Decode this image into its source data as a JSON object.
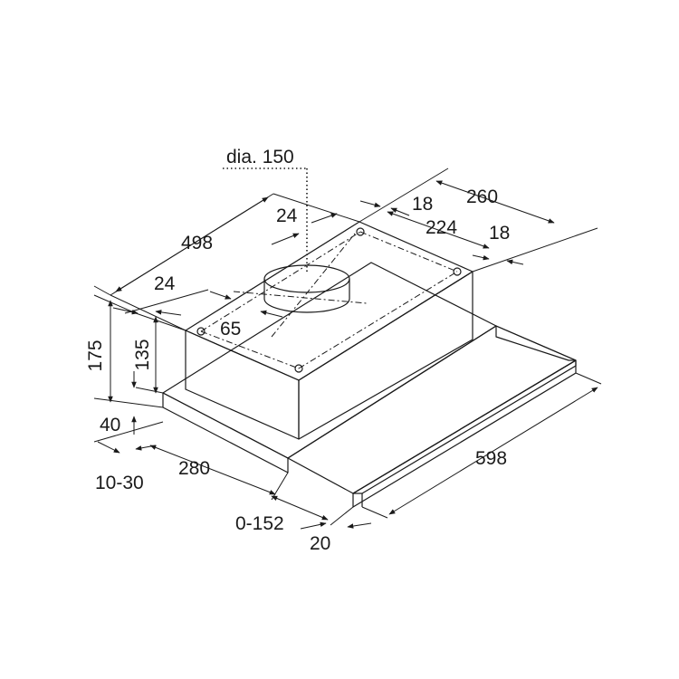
{
  "colors": {
    "background": "#ffffff",
    "body_fill": "#e4e4e4",
    "top_fill": "#ffffff",
    "line": "#1a1a1a"
  },
  "labels": {
    "duct_diameter": "dia. 150",
    "depth_total": "498",
    "top_offset_left": "24",
    "back_offset": "24",
    "side_18_top": "18",
    "width_260": "260",
    "width_224": "224",
    "side_18_right": "18",
    "duct_offset_65": "65",
    "height_175": "175",
    "height_135": "135",
    "height_40": "40",
    "range_10_30": "10-30",
    "depth_280": "280",
    "extension_0_152": "0-152",
    "front_20": "20",
    "width_598": "598"
  }
}
